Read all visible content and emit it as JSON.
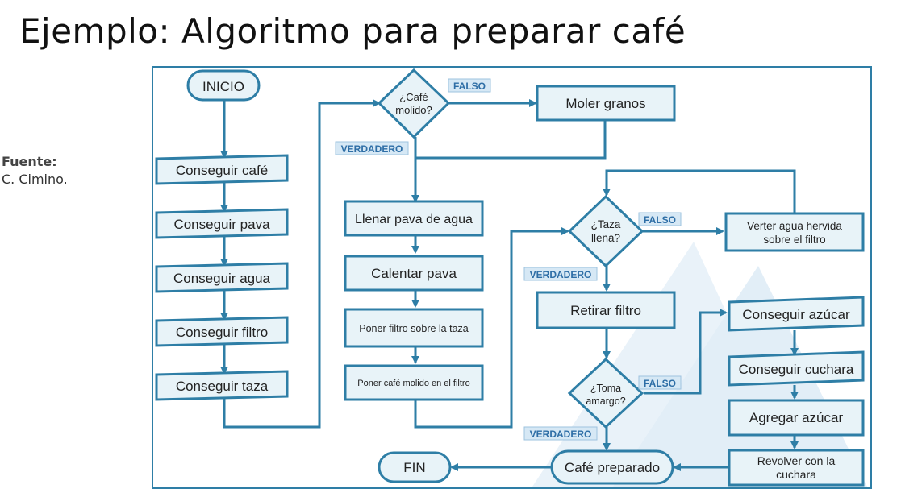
{
  "title": "Ejemplo: Algoritmo para preparar café",
  "source": {
    "label": "Fuente:",
    "author": "C. Cimino."
  },
  "colors": {
    "stroke": "#2e7ea6",
    "fill": "#e8f3f8",
    "label_fill": "#d6e8f5",
    "label_text": "#2e6ea6",
    "watermark": "#dcebf6"
  },
  "nodes": {
    "inicio": "INICIO",
    "conseguir_cafe": "Conseguir café",
    "conseguir_pava": "Conseguir pava",
    "conseguir_agua": "Conseguir agua",
    "conseguir_filtro": "Conseguir filtro",
    "conseguir_taza": "Conseguir taza",
    "cafe_molido_1": "¿Café",
    "cafe_molido_2": "molido?",
    "moler_granos": "Moler granos",
    "llenar_pava": "Llenar pava de agua",
    "calentar_pava": "Calentar pava",
    "poner_filtro": "Poner filtro sobre la taza",
    "poner_cafe": "Poner café molido en el filtro",
    "taza_llena_1": "¿Taza",
    "taza_llena_2": "llena?",
    "verter_agua_1": "Verter agua hervida",
    "verter_agua_2": "sobre el filtro",
    "retirar_filtro": "Retirar filtro",
    "toma_amargo_1": "¿Toma",
    "toma_amargo_2": "amargo?",
    "conseguir_azucar": "Conseguir azúcar",
    "conseguir_cuchara": "Conseguir cuchara",
    "agregar_azucar": "Agregar azúcar",
    "revolver_1": "Revolver con la",
    "revolver_2": "cuchara",
    "cafe_preparado": "Café preparado",
    "fin": "FIN"
  },
  "labels": {
    "falso_1": "FALSO",
    "verdadero_1": "VERDADERO",
    "falso_2": "FALSO",
    "verdadero_2": "VERDADERO",
    "falso_3": "FALSO",
    "verdadero_3": "VERDADERO"
  }
}
